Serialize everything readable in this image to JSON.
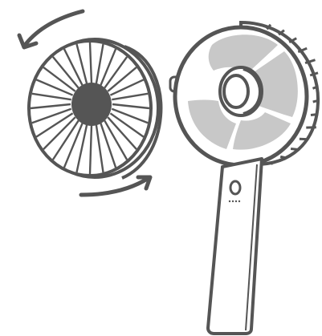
{
  "illustration": {
    "subject": "handheld-fan-guard-removal",
    "parts": [
      "detached-front-guard",
      "fan-head",
      "fan-blades",
      "hub",
      "handle",
      "power-button",
      "charge-indicator-dots",
      "rotation-arrows"
    ],
    "rotation_direction": "counterclockwise",
    "colors": {
      "outline": "#555555",
      "blade_fill": "#c8c8c8",
      "center_disc": "#555555",
      "background": "#ffffff"
    }
  }
}
